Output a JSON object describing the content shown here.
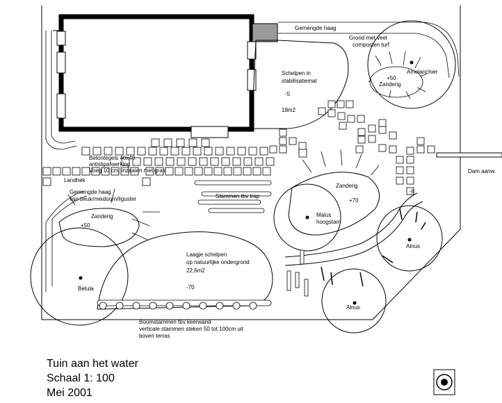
{
  "labels": {
    "gemengde_haag_top": "Gemengde haag",
    "grond_met_veel": "Grond met veel",
    "composten_turf": "composten turf",
    "amelanchier": "Amelanchier",
    "plus50_top": "+50",
    "zanderig_top": "Zanderig",
    "schelpen_in": "Schelpen in",
    "stabilisatiemat": "stabilisatiemat",
    "minus5": "-5",
    "area_18": "18m2",
    "betontegels_1": "Betontegels 40x40",
    "betontegels_2": "antislipafwerking",
    "betontegels_3": "Voeg 10 cm, inzaaien met gras",
    "landhek": "Landhek",
    "gemengde_haag_left_1": "Gemengde haag",
    "gemengde_haag_left_2": "van beuk/meidoorn/liguster",
    "stammen": "Stammen tbv trap",
    "zanderig_mid": "Zanderig",
    "plus70": "+70",
    "malus_1": "Malus",
    "malus_2": "hoogstam",
    "dam": "Dam aanw.",
    "minus8": "-8",
    "zanderig_left": "Zanderig",
    "plus50_left": "+50",
    "laagje_1": "Laagje schelpen",
    "laagje_2": "op natuurlijke ondergrond",
    "laagje_3": "22,6m2",
    "minus70": "-70",
    "betula": "Betula",
    "alnus_right": "Alnus",
    "alnus_bottom": "Alnus",
    "boomstammen_1": "Boomstammen tbv keerwand",
    "boomstammen_2": "verticale stammen steken 50 tot 100cm uit",
    "boomstammen_3": "boven terras"
  },
  "title_block": {
    "line1": "Tuin aan het water",
    "line2": "Schaal 1: 100",
    "line3": "Mei 2001"
  }
}
